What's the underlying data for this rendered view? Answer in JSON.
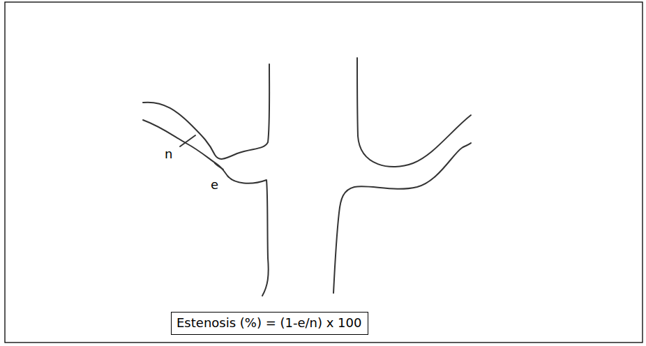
{
  "diagram": {
    "nodes": [
      {
        "text": [
          "Estenosis (%) = (1-e/n) x 100"
        ]
      }
    ],
    "labels": [
      "n",
      "e"
    ]
  }
}
